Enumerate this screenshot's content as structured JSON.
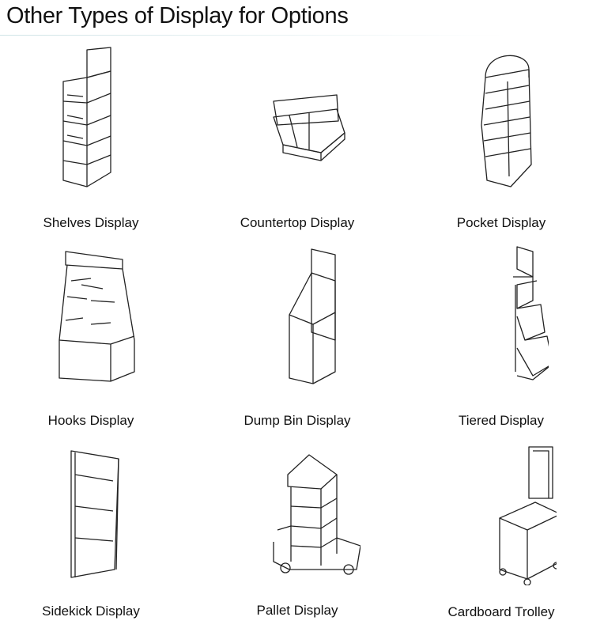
{
  "title": "Other Types of Display for Options",
  "items": [
    {
      "label": "Shelves Display",
      "icon": "shelves-display-icon"
    },
    {
      "label": "Countertop Display",
      "icon": "countertop-display-icon"
    },
    {
      "label": "Pocket Display",
      "icon": "pocket-display-icon"
    },
    {
      "label": "Hooks Display",
      "icon": "hooks-display-icon"
    },
    {
      "label": "Dump Bin Display",
      "icon": "dump-bin-display-icon"
    },
    {
      "label": "Tiered Display",
      "icon": "tiered-display-icon"
    },
    {
      "label": "Sidekick Display",
      "icon": "sidekick-display-icon"
    },
    {
      "label": "Pallet Display",
      "icon": "pallet-display-icon"
    },
    {
      "label": "Cardboard Trolley",
      "icon": "cardboard-trolley-icon"
    }
  ]
}
